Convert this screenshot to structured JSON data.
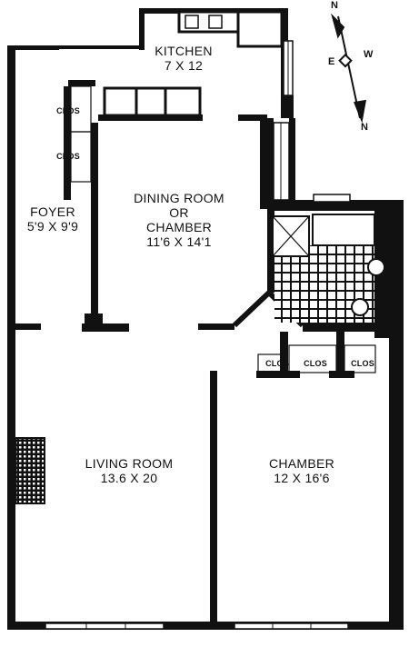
{
  "rooms": {
    "kitchen": {
      "name": "KITCHEN",
      "size": "7 X 12"
    },
    "foyer": {
      "name": "FOYER",
      "size": "5'9 X 9'9"
    },
    "dining": {
      "line1": "DINING ROOM",
      "line2": "OR",
      "line3": "CHAMBER",
      "size": "11'6 X 14'1"
    },
    "living": {
      "name": "LIVING ROOM",
      "size": "13.6 X 20"
    },
    "chamber": {
      "name": "CHAMBER",
      "size": "12 X 16'6"
    }
  },
  "closets": {
    "foyer_upper": "CLOS",
    "foyer_lower": "CLOS",
    "chamber_1": "CLOS",
    "chamber_2": "CLOS",
    "chamber_3": "CLOS"
  },
  "compass": {
    "n_top": "N",
    "e": "E",
    "w": "W",
    "n_bottom": "N"
  }
}
